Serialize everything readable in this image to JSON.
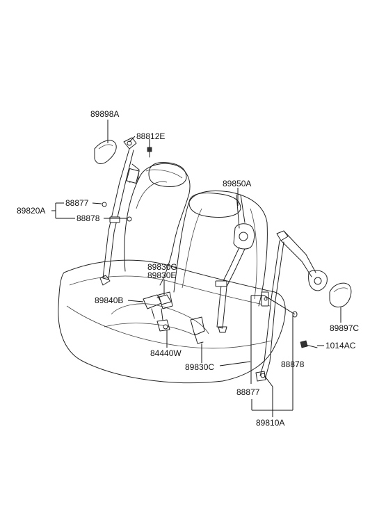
{
  "labels": {
    "p89898A": "89898A",
    "p88812E": "88812E",
    "p89820A": "89820A",
    "p88877_left": "88877",
    "p88878_left": "88878",
    "p89850A": "89850A",
    "p89830G": "89830G",
    "p89830E": "89830E",
    "p89840B": "89840B",
    "p84440W": "84440W",
    "p89830C": "89830C",
    "p89897C": "89897C",
    "p1014AC": "1014AC",
    "p88878_right": "88878",
    "p88877_right": "88877",
    "p89810A": "89810A"
  },
  "icons": {
    "seat": "rear-seat-icon",
    "belt": "seat-belt-icon",
    "bolt": "bolt-icon"
  }
}
